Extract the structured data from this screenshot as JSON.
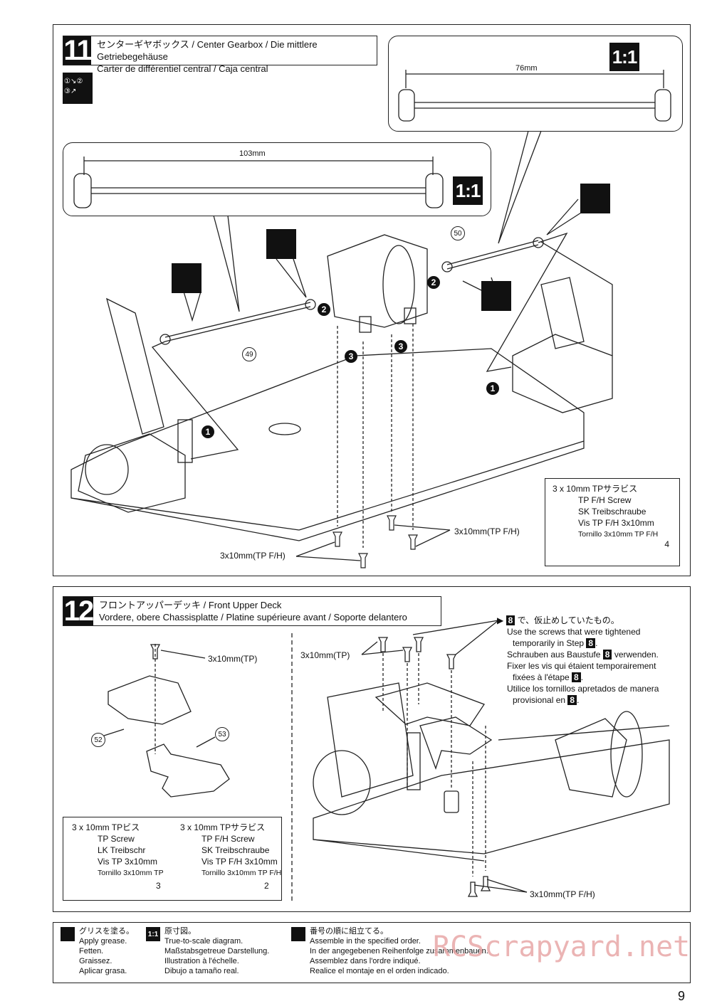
{
  "step11": {
    "number": "11",
    "title_line1": "センターギヤボックス / Center Gearbox / Die mittlere Getriebegehäuse",
    "title_line2": "Carter de différentiel central / Caja central",
    "order_icon": "①↘② ③↗",
    "callout_a_dim": "76mm",
    "callout_b_dim": "103mm",
    "scale_badge": "1:1",
    "part_50": "50",
    "part_49": "49",
    "step_1": "1",
    "step_2": "2",
    "step_3": "3",
    "screw_label_left": "3x10mm(TP F/H)",
    "screw_label_right": "3x10mm(TP F/H)",
    "legend": {
      "title": "3 x 10mm  TPサラビス",
      "lines": [
        "TP F/H Screw",
        "SK Treibschraube",
        "Vis TP F/H 3x10mm",
        "Tornillo 3x10mm TP F/H"
      ],
      "qty": "4"
    }
  },
  "step12": {
    "number": "12",
    "title_line1": "フロントアッパーデッキ / Front Upper Deck",
    "title_line2": "Vordere, obere Chassisplatte / Platine supérieure avant / Soporte delantero",
    "screw_tp_label": "3x10mm(TP)",
    "screw_tp_label2": "3x10mm(TP)",
    "screw_fh_label": "3x10mm(TP F/H)",
    "part_52": "52",
    "part_53": "53",
    "note_ref": "8",
    "note": {
      "jp": "で、仮止めしていたもの。",
      "en1": "Use the screws that were tightened",
      "en2": "temporarily in Step",
      "de": "Schrauben aus Baustufe",
      "de2": "verwenden.",
      "fr1": "Fixer les vis qui étaient temporairement",
      "fr2": "fixées à l'étape",
      "es1": "Utilice los tornillos apretados de manera",
      "es2": "provisional en"
    },
    "legend_a": {
      "title": "3 x 10mm  TPビス",
      "lines": [
        "TP Screw",
        "LK Treibschr",
        "Vis TP 3x10mm",
        "Tornillo 3x10mm TP"
      ],
      "qty": "3"
    },
    "legend_b": {
      "title": "3 x 10mm  TPサラビス",
      "lines": [
        "TP F/H Screw",
        "SK Treibschraube",
        "Vis TP F/H 3x10mm",
        "Tornillo 3x10mm TP F/H"
      ],
      "qty": "2"
    }
  },
  "footer": {
    "grease": [
      "グリスを塗る。",
      "Apply grease.",
      "Fetten.",
      "Graissez.",
      "Aplicar grasa."
    ],
    "scale_icon": "1:1",
    "scale": [
      "原寸図。",
      "True-to-scale diagram.",
      "Maßstabsgetreue Darstellung.",
      "Illustration à l'échelle.",
      "Dibujo a tamaño real."
    ],
    "order": [
      "番号の順に組立てる。",
      "Assemble in the specified order.",
      "In der angegebenen Reihenfolge zusammenbauen.",
      "Assemblez dans l'ordre indiqué.",
      "Realice el montaje en el orden indicado."
    ]
  },
  "watermark": "RCScrapyard.net",
  "page_number": "9",
  "colors": {
    "ink": "#111111",
    "watermark": "#e8a8a8"
  }
}
